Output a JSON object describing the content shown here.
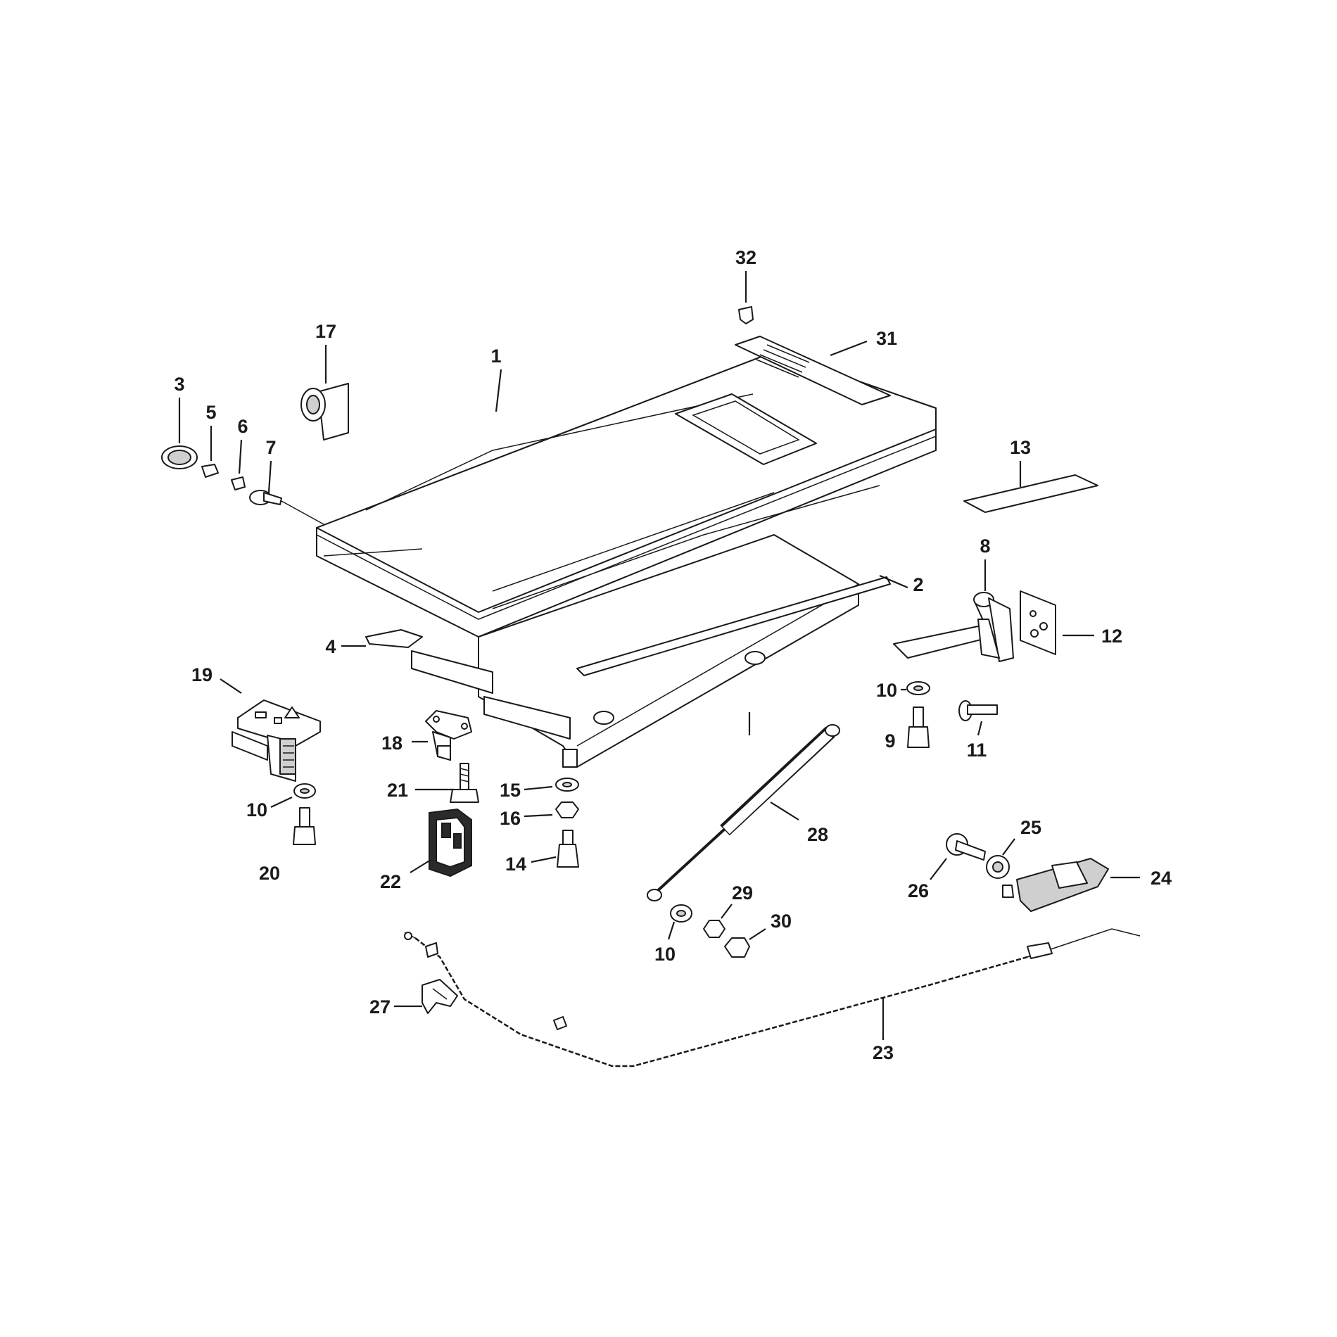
{
  "diagram": {
    "callouts": {
      "c1": "1",
      "c2": "2",
      "c3": "3",
      "c4": "4",
      "c5": "5",
      "c6": "6",
      "c7": "7",
      "c8": "8",
      "c9": "9",
      "c10a": "10",
      "c10b": "10",
      "c10c": "10",
      "c11": "11",
      "c12": "12",
      "c13": "13",
      "c14": "14",
      "c15": "15",
      "c16": "16",
      "c17": "17",
      "c18": "18",
      "c19": "19",
      "c20": "20",
      "c21": "21",
      "c22": "22",
      "c23": "23",
      "c24": "24",
      "c25": "25",
      "c26": "26",
      "c27": "27",
      "c28": "28",
      "c29": "29",
      "c30": "30",
      "c31": "31",
      "c32": "32"
    }
  }
}
